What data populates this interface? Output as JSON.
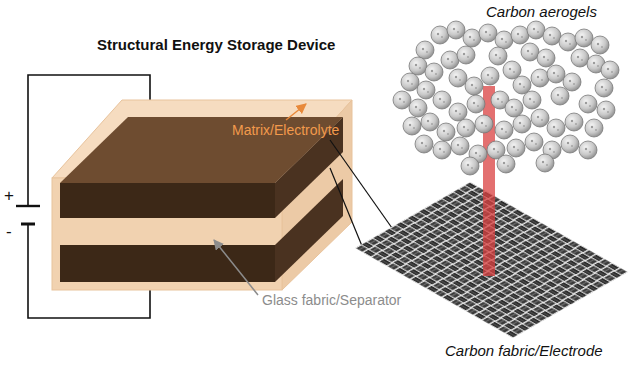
{
  "diagram": {
    "title": "Structural Energy Storage Device",
    "labels": [
      "Carbon aerogels",
      "Matrix/Electrolyte",
      "+",
      "-",
      "Glass fabric/Separator",
      "Carbon fabric/Electrode"
    ]
  }
}
